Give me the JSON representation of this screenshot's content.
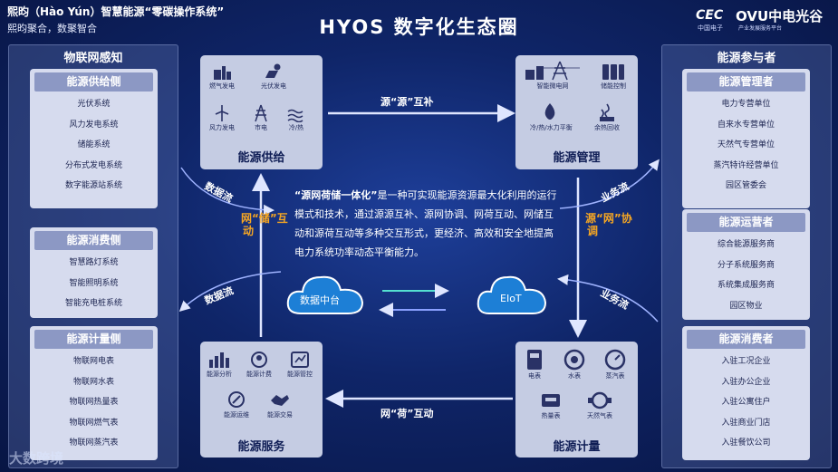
{
  "header": {
    "line1": "熙昀（Hào Yún）智慧能源“零碳操作系统”",
    "line2": "熙昀聚合，数聚智合",
    "title": "HYOS 数字化生态圈",
    "logo_cec": "CEC",
    "logo_cec_sub": "中国电子",
    "logo_ovu": "OVU中电光谷",
    "logo_ovu_sub": "产业发展服务平台"
  },
  "left_panel": {
    "title": "物联网感知",
    "groups": [
      {
        "title": "能源供给侧",
        "items": [
          "光伏系统",
          "风力发电系统",
          "储能系统",
          "分布式发电系统",
          "数字能源站系统"
        ]
      },
      {
        "title": "能源消费侧",
        "items": [
          "智慧路灯系统",
          "智能照明系统",
          "智能充电桩系统"
        ]
      },
      {
        "title": "能源计量侧",
        "items": [
          "物联网电表",
          "物联网水表",
          "物联网热量表",
          "物联网燃气表",
          "物联网蒸汽表"
        ]
      }
    ]
  },
  "right_panel": {
    "title": "能源参与者",
    "groups": [
      {
        "title": "能源管理者",
        "items": [
          "电力专营单位",
          "自来水专营单位",
          "天然气专营单位",
          "蒸汽特许经营单位",
          "园区管委会"
        ]
      },
      {
        "title": "能源运营者",
        "items": [
          "综合能源服务商",
          "分子系统服务商",
          "系统集成服务商",
          "园区物业"
        ]
      },
      {
        "title": "能源消费者",
        "items": [
          "入驻工况企业",
          "入驻办公企业",
          "入驻公寓住户",
          "入驻商业门店",
          "入驻餐饮公司"
        ]
      }
    ]
  },
  "modules": {
    "supply": {
      "title": "能源供给",
      "icons": [
        "燃气发电",
        "光伏发电",
        "风力发电",
        "市电",
        "冷/热"
      ]
    },
    "management": {
      "title": "能源管理",
      "icons": [
        "智能微电网",
        "储能控制",
        "冷/热/水力平衡",
        "余热回收"
      ]
    },
    "service": {
      "title": "能源服务",
      "icons": [
        "能源分析",
        "能源计费",
        "能源管控",
        "能源运维",
        "能源交易"
      ]
    },
    "metering": {
      "title": "能源计量",
      "icons": [
        "电表",
        "水表",
        "蒸汽表",
        "热量表",
        "天然气表"
      ]
    }
  },
  "flows": {
    "top": "源“源”互补",
    "bottom": "网“荷”互动",
    "left_vertical": "网“储”互动",
    "right_vertical": "源“网”协调",
    "data_flow_upper": "数据流",
    "data_flow_lower": "数据流",
    "business_flow_upper": "业务流",
    "business_flow_lower": "业务流"
  },
  "description": {
    "highlight": "“源网荷储一体化”",
    "text": "是一种可实现能源资源最大化利用的运行模式和技术，通过源源互补、源网协调、网荷互动、网储互动和源荷互动等多种交互形式，更经济、高效和安全地提高电力系统功率动态平衡能力。"
  },
  "clouds": {
    "left": "数据中台",
    "right": "EIoT"
  },
  "watermark": "大数跨境",
  "colors": {
    "accent_orange": "#f5a623",
    "card_bg": "#d6dbee",
    "card_head": "#8c98c4",
    "module_bg": "#c5cce3",
    "cloud_blue": "#1e8fe0"
  }
}
